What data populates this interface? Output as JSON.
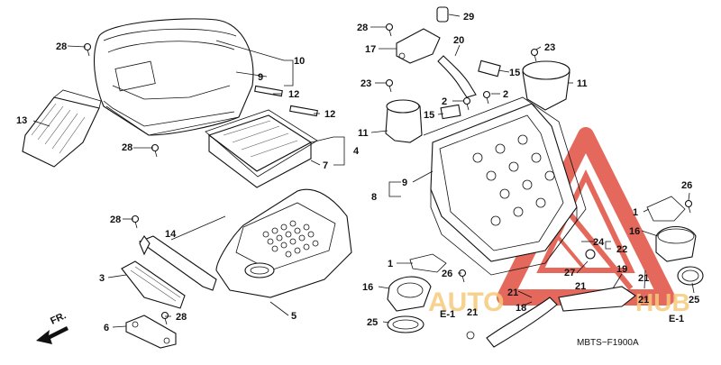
{
  "diagram": {
    "code": "MBTS−F1900A",
    "front_marker": "FR.",
    "ref_marker": "E-1",
    "watermark": {
      "text_left": "AUTO",
      "text_right": "HUB",
      "color": "#e05040",
      "accent": "#f5c063"
    },
    "callouts": [
      {
        "id": "c1",
        "label": "28"
      },
      {
        "id": "c2",
        "label": "10"
      },
      {
        "id": "c3",
        "label": "9"
      },
      {
        "id": "c4",
        "label": "13"
      },
      {
        "id": "c5",
        "label": "12"
      },
      {
        "id": "c6",
        "label": "12"
      },
      {
        "id": "c7",
        "label": "28"
      },
      {
        "id": "c8",
        "label": "4"
      },
      {
        "id": "c9",
        "label": "7"
      },
      {
        "id": "c10",
        "label": "28"
      },
      {
        "id": "c11",
        "label": "14"
      },
      {
        "id": "c12",
        "label": "3"
      },
      {
        "id": "c13",
        "label": "5"
      },
      {
        "id": "c14",
        "label": "6"
      },
      {
        "id": "c15",
        "label": "28"
      },
      {
        "id": "c16",
        "label": "28"
      },
      {
        "id": "c17",
        "label": "29"
      },
      {
        "id": "c18",
        "label": "17"
      },
      {
        "id": "c19",
        "label": "20"
      },
      {
        "id": "c20",
        "label": "23"
      },
      {
        "id": "c21",
        "label": "15"
      },
      {
        "id": "c22",
        "label": "11"
      },
      {
        "id": "c23",
        "label": "23"
      },
      {
        "id": "c24",
        "label": "2"
      },
      {
        "id": "c25",
        "label": "2"
      },
      {
        "id": "c26",
        "label": "15"
      },
      {
        "id": "c27",
        "label": "11"
      },
      {
        "id": "c28",
        "label": "9"
      },
      {
        "id": "c29",
        "label": "8"
      },
      {
        "id": "c30",
        "label": "1"
      },
      {
        "id": "c31",
        "label": "16"
      },
      {
        "id": "c32",
        "label": "26"
      },
      {
        "id": "c33",
        "label": "1"
      },
      {
        "id": "c34",
        "label": "26"
      },
      {
        "id": "c35",
        "label": "16"
      },
      {
        "id": "c36",
        "label": "25"
      },
      {
        "id": "c37",
        "label": "24"
      },
      {
        "id": "c38",
        "label": "22"
      },
      {
        "id": "c39",
        "label": "27"
      },
      {
        "id": "c40",
        "label": "19"
      },
      {
        "id": "c41",
        "label": "21"
      },
      {
        "id": "c42",
        "label": "21"
      },
      {
        "id": "c43",
        "label": "21"
      },
      {
        "id": "c44",
        "label": "18"
      },
      {
        "id": "c45",
        "label": "21"
      },
      {
        "id": "c46",
        "label": "25"
      },
      {
        "id": "c47",
        "label": "21"
      },
      {
        "id": "c48",
        "label": "E-1"
      },
      {
        "id": "c49",
        "label": "E-1"
      }
    ]
  }
}
